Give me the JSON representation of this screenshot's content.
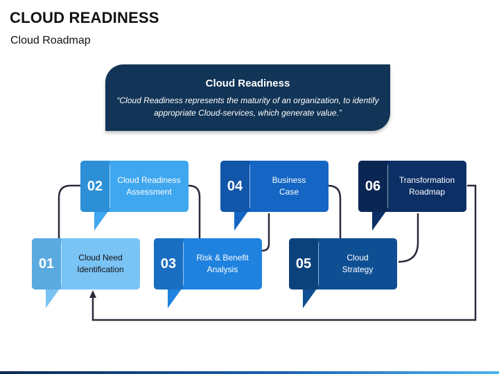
{
  "header": {
    "title": "CLOUD READINESS",
    "subtitle": "Cloud Roadmap"
  },
  "banner": {
    "title": "Cloud Readiness",
    "quote": "“Cloud Readiness represents the maturity of an organization, to identify appropriate Cloud-services, which generate value.”",
    "color": "#123456"
  },
  "steps": [
    {
      "number": "01",
      "label": "Cloud Need\nIdentification",
      "color": "#7ac3f5",
      "numColor": "#5aaae0",
      "textColor": "#111111"
    },
    {
      "number": "02",
      "label": "Cloud Readiness\nAssessment",
      "color": "#3fa7ef",
      "numColor": "#2d8fd6",
      "textColor": "#ffffff"
    },
    {
      "number": "03",
      "label": "Risk & Benefit\nAnalysis",
      "color": "#1f82df",
      "numColor": "#1a6ec2",
      "textColor": "#ffffff"
    },
    {
      "number": "04",
      "label": "Business\nCase",
      "color": "#1566c4",
      "numColor": "#1156a8",
      "textColor": "#ffffff"
    },
    {
      "number": "05",
      "label": "Cloud\nStrategy",
      "color": "#0e4f94",
      "numColor": "#0b427c",
      "textColor": "#ffffff"
    },
    {
      "number": "06",
      "label": "Transformation\nRoadmap",
      "color": "#0c2f66",
      "numColor": "#0a2754",
      "textColor": "#ffffff"
    }
  ],
  "connector_color": "#2a2a3a"
}
